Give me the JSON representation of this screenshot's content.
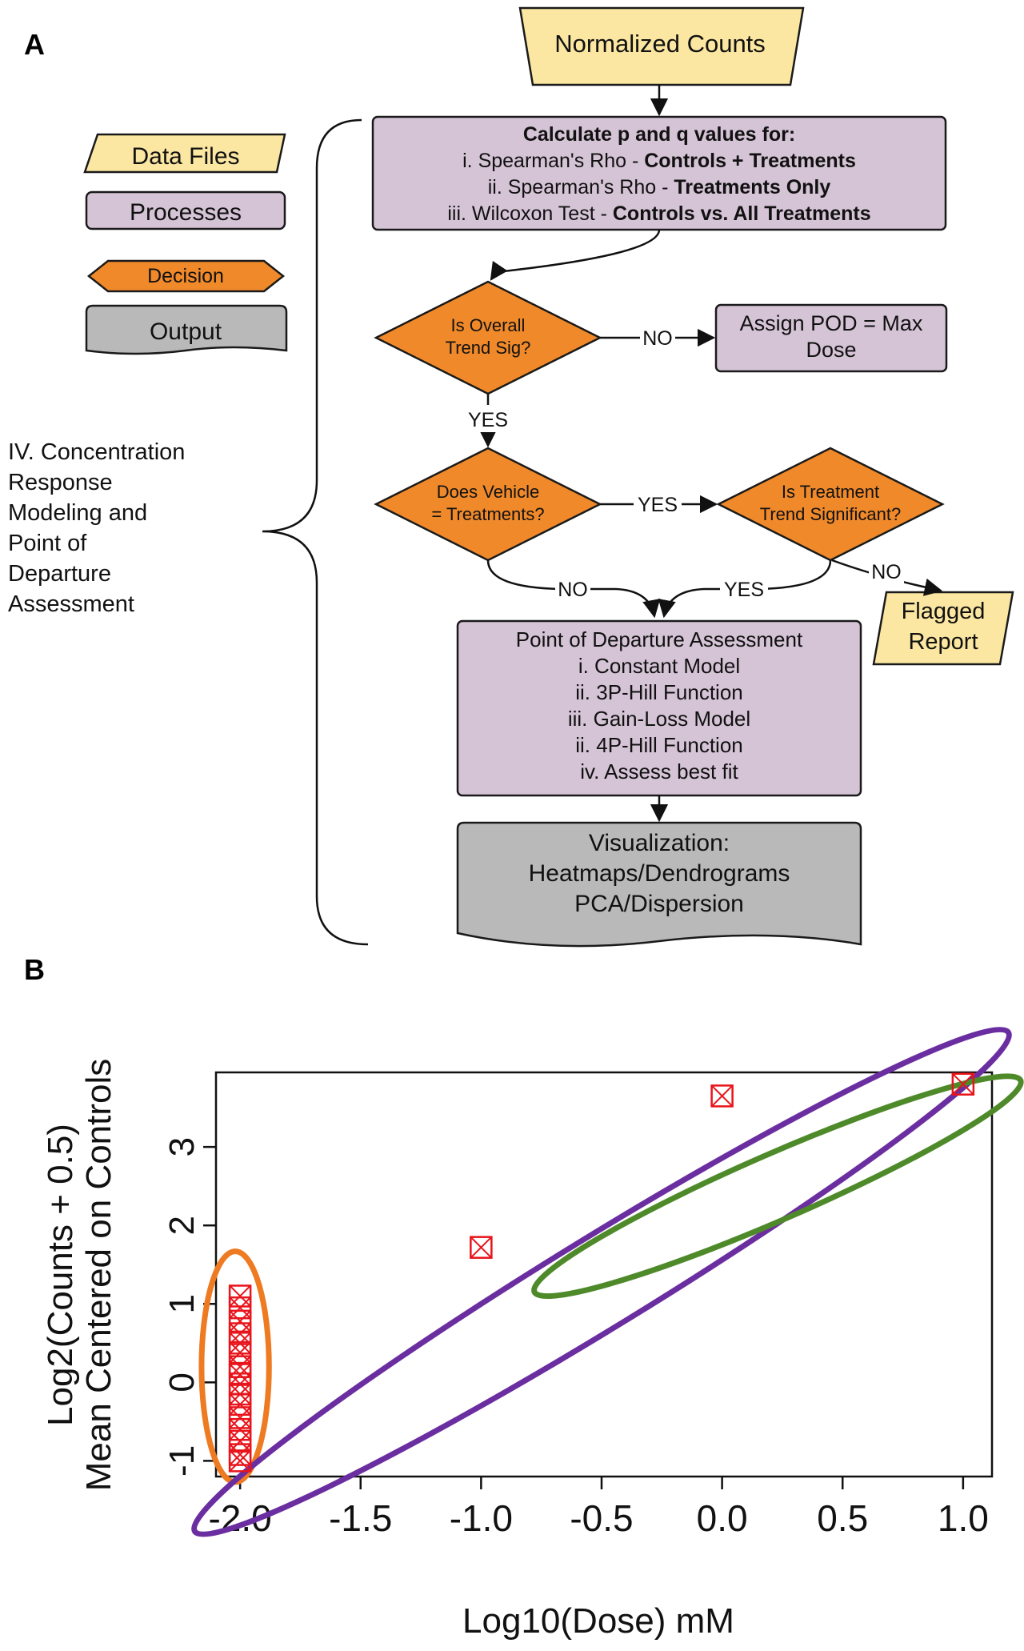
{
  "panel_a": {
    "letter": "A",
    "colors": {
      "data_file": "#fbe7a1",
      "process": "#d5c3d6",
      "decision": "#f0892a",
      "output": "#b9b9b9",
      "stroke": "#1a1a1a"
    },
    "legend": {
      "data_files": "Data Files",
      "processes": "Processes",
      "decision": "Decision",
      "output": "Output"
    },
    "bracket_label": [
      "IV. Concentration",
      "Response",
      "Modeling and",
      "Point of",
      "Departure",
      "Assessment"
    ],
    "nodes": {
      "normalized_counts": "Normalized Counts",
      "calc": {
        "title": "Calculate p and q values for:",
        "line1_plain": "i. Spearman's Rho - ",
        "line1_bold": "Controls + Treatments",
        "line2_plain": "ii. Spearman's Rho - ",
        "line2_bold": "Treatments Only",
        "line3_plain": "iii. Wilcoxon Test - ",
        "line3_bold": "Controls vs. All Treatments"
      },
      "overall_trend": [
        "Is Overall",
        "Trend Sig?"
      ],
      "assign_pod": [
        "Assign POD = Max",
        "Dose"
      ],
      "vehicle": [
        "Does Vehicle",
        "= Treatments?"
      ],
      "treatment_trend": [
        "Is Treatment",
        "Trend Significant?"
      ],
      "flagged": [
        "Flagged",
        "Report"
      ],
      "pod_assessment": [
        "Point of Departure Assessment",
        "i. Constant Model",
        "ii. 3P-Hill Function",
        "iii. Gain-Loss Model",
        "ii. 4P-Hill Function",
        "iv. Assess best fit"
      ],
      "visualization": [
        "Visualization:",
        "Heatmaps/Dendrograms",
        "PCA/Dispersion"
      ]
    },
    "edge_labels": {
      "overall_no": "NO",
      "overall_yes": "YES",
      "vehicle_yes": "YES",
      "vehicle_no": "NO",
      "treatment_yes": "YES",
      "treatment_no": "NO"
    }
  },
  "chart_data": {
    "letter": "B",
    "type": "scatter",
    "xlabel": "Log10(Dose) mM",
    "ylabel": [
      "Log2(Counts + 0.5)",
      "Mean Centered on Controls"
    ],
    "xlim": [
      -2.1,
      1.12
    ],
    "ylim": [
      -1.2,
      3.95
    ],
    "xticks": [
      -2.0,
      -1.5,
      -1.0,
      -0.5,
      0.0,
      0.5,
      1.0
    ],
    "xtick_labels": [
      "-2.0",
      "-1.5",
      "-1.0",
      "-0.5",
      "0.0",
      "0.5",
      "1.0"
    ],
    "yticks": [
      -1,
      0,
      1,
      2,
      3
    ],
    "ytick_labels": [
      "-1",
      "0",
      "1",
      "2",
      "3"
    ],
    "marker": "boxed-x",
    "marker_color": "#e8141b",
    "points": [
      {
        "x": -2.0,
        "y": 1.1
      },
      {
        "x": -2.0,
        "y": 0.95
      },
      {
        "x": -2.0,
        "y": 0.78
      },
      {
        "x": -2.0,
        "y": 0.62
      },
      {
        "x": -2.0,
        "y": 0.5
      },
      {
        "x": -2.0,
        "y": 0.38
      },
      {
        "x": -2.0,
        "y": 0.2
      },
      {
        "x": -2.0,
        "y": 0.1
      },
      {
        "x": -2.0,
        "y": -0.02
      },
      {
        "x": -2.0,
        "y": -0.15
      },
      {
        "x": -2.0,
        "y": -0.28
      },
      {
        "x": -2.0,
        "y": -0.45
      },
      {
        "x": -2.0,
        "y": -0.6
      },
      {
        "x": -2.0,
        "y": -0.75
      },
      {
        "x": -2.0,
        "y": -0.92
      },
      {
        "x": -2.0,
        "y": -1.0
      },
      {
        "x": -1.0,
        "y": 1.72
      },
      {
        "x": 0.0,
        "y": 3.65
      },
      {
        "x": 1.0,
        "y": 3.8
      }
    ],
    "ellipses": [
      {
        "name": "controls",
        "color": "#ee7a22",
        "cx": -2.02,
        "cy": 0.2,
        "rx_data": 0.14,
        "ry_data": 1.47,
        "angle": 0
      },
      {
        "name": "all",
        "color": "#6b2ea0",
        "cx": -0.5,
        "cy": 1.28,
        "rx_data": 1.98,
        "ry_data": 0.58,
        "angle": -31.5
      },
      {
        "name": "treatments",
        "color": "#4e8a2a",
        "cx": 0.23,
        "cy": 2.5,
        "rx_data": 1.1,
        "ry_data": 0.42,
        "angle": -23.5
      }
    ]
  }
}
